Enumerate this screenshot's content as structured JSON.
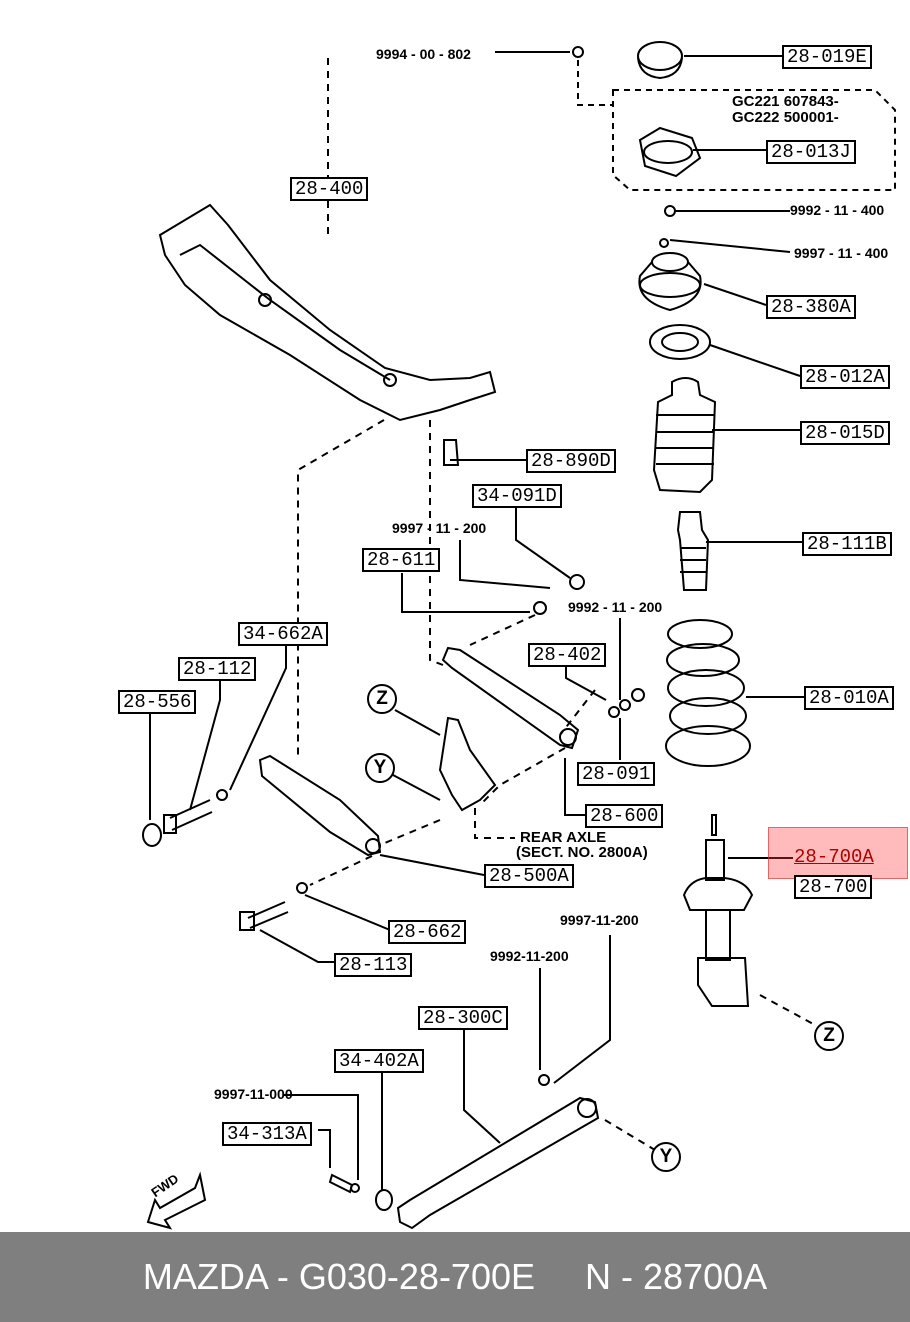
{
  "diagram": {
    "part_labels": {
      "p28_019E": "28-019E",
      "p28_013J": "28-013J",
      "p28_400": "28-400",
      "p28_380A": "28-380A",
      "p28_012A": "28-012A",
      "p28_015D": "28-015D",
      "p28_890D": "28-890D",
      "p34_091D": "34-091D",
      "p28_111B": "28-111B",
      "p28_611": "28-611",
      "p34_662A": "34-662A",
      "p28_402": "28-402",
      "p28_010A": "28-010A",
      "p28_112": "28-112",
      "p28_556": "28-556",
      "p28_091": "28-091",
      "p28_600": "28-600",
      "p28_700A": "28-700A",
      "p28_700": "28-700",
      "p28_500A": "28-500A",
      "p28_662": "28-662",
      "p28_113": "28-113",
      "p28_300C": "28-300C",
      "p34_402A": "34-402A",
      "p34_313A": "34-313A"
    },
    "part_numbers": {
      "n9994": "9994 - 00 - 802",
      "n9992_400": "9992 - 11 - 400",
      "n9997_400": "9997 - 11 - 400",
      "n9997_200a": "9997 - 11 - 200",
      "n9992_200a": "9992 - 11 - 200",
      "n9997_200b": "9997-11-200",
      "n9992_200b": "9992-11-200",
      "n9997_000": "9997-11-000"
    },
    "serial_note": {
      "line1": "GC221 607843-",
      "line2": "GC222 500001-"
    },
    "rear_axle_note": {
      "line1": "REAR AXLE",
      "line2": "(SECT. NO. 2800A)"
    },
    "callouts": {
      "z": "Z",
      "y": "Y"
    },
    "fwd_label": "FWD",
    "highlighted_part": "28-700A"
  },
  "footer": {
    "text": "MAZDA - G030-28-700E     N - 28700A",
    "background": "#7f7f7f",
    "text_color": "#ffffff"
  }
}
